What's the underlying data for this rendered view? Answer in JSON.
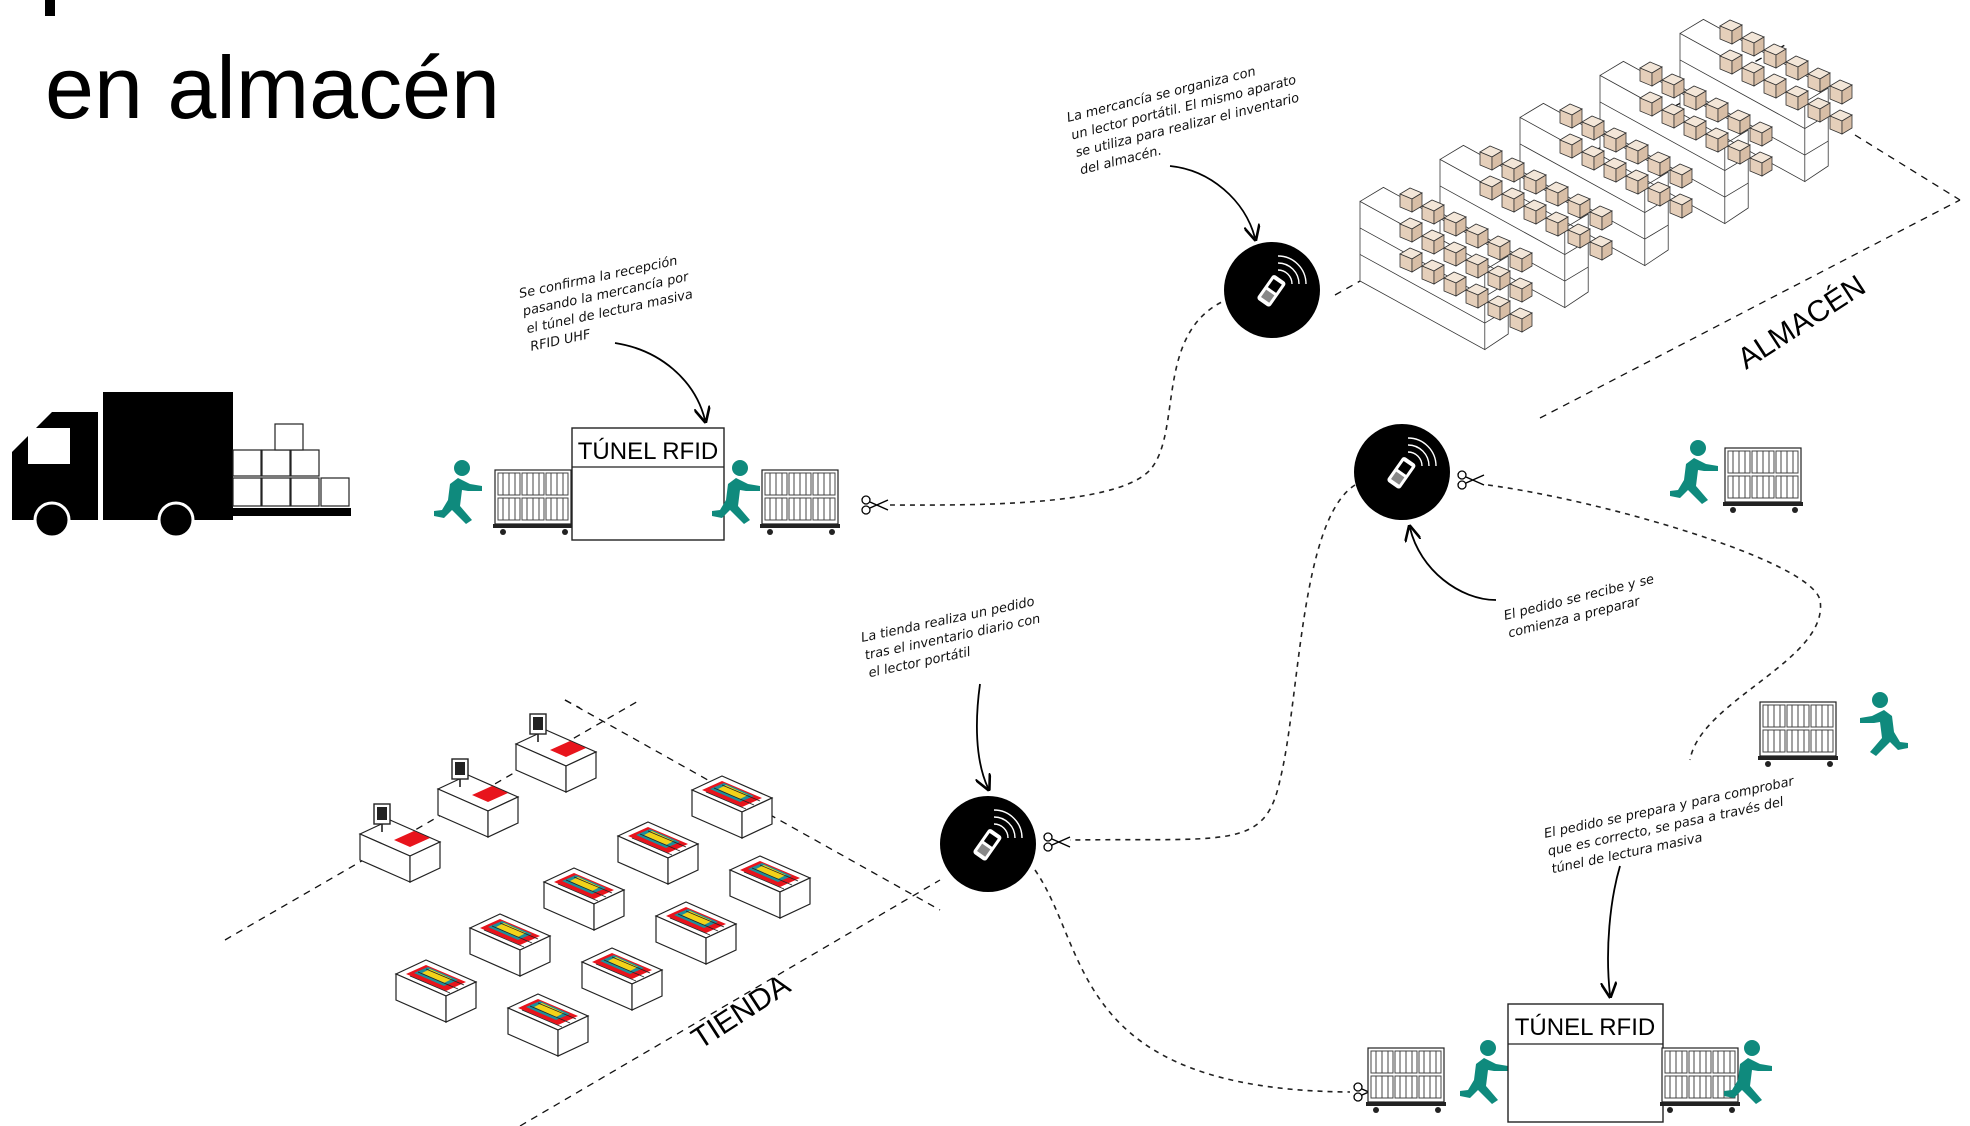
{
  "title": {
    "line1": "en almacén"
  },
  "zones": {
    "almacen": "ALMACÉN",
    "tienda": "TIENDA"
  },
  "tunnels": {
    "top": "TÚNEL RFID",
    "bottom": "TÚNEL RFID"
  },
  "notes": {
    "reception": [
      "Se confirma la recepción",
      "pasando la mercancía por",
      "el túnel de lectura masiva",
      "RFID UHF"
    ],
    "organize": [
      "La mercancía se organiza con",
      "un lector portátil. El mismo aparato",
      "se utiliza para realizar el inventario",
      "del almacén."
    ],
    "received": [
      "El pedido se recibe y se",
      "comienza a preparar"
    ],
    "store_order": [
      "La tienda realiza un pedido",
      "tras el inventario diario con",
      "el lector portátil"
    ],
    "prepare": [
      "El pedido se prepara y para comprobar",
      "que es correcto, se pasa a través del",
      "túnel de lectura masiva"
    ]
  },
  "colors": {
    "accent": "#0f8a7d",
    "ink": "#000000",
    "box": "#ead8c8",
    "red": "#e8141c",
    "yellow": "#f2d21a",
    "teal": "#1c8f9b",
    "green": "#2e8f46"
  },
  "icons": [
    "truck-icon",
    "rfid-reader-icon",
    "scissors-icon",
    "worker-icon",
    "pallet-icon"
  ]
}
